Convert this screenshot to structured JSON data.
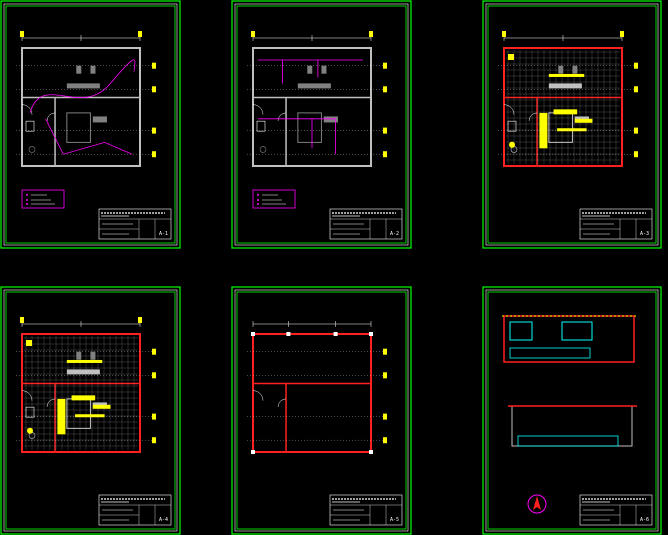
{
  "title": "",
  "colors": {
    "background": "#000000",
    "border_outer": "#00ff00",
    "border_inner": "#ffffff",
    "walls": "#c0c0c0",
    "walls_red": "#ff2020",
    "electric": "#ff00ff",
    "dimension": "#ffff00",
    "axis": "#4060ff",
    "cyan": "#00ffff",
    "title_block": "#ffffff"
  },
  "sheets": [
    {
      "id": "sheet-1",
      "variant": "electric-layout",
      "sheet_number": "A-1"
    },
    {
      "id": "sheet-2",
      "variant": "electric-layout-2",
      "sheet_number": "A-2"
    },
    {
      "id": "sheet-3",
      "variant": "floor-finish",
      "sheet_number": "A-3"
    },
    {
      "id": "sheet-4",
      "variant": "floor-finish-2",
      "sheet_number": "A-4"
    },
    {
      "id": "sheet-5",
      "variant": "structure",
      "sheet_number": "A-5"
    },
    {
      "id": "sheet-6",
      "variant": "elevations",
      "sheet_number": "A-6"
    }
  ]
}
